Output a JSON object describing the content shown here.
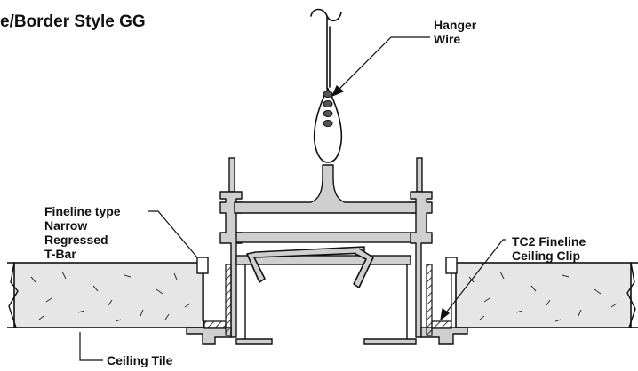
{
  "title": "e/Border Style GG",
  "labels": {
    "hanger_wire": [
      "Hanger",
      "Wire"
    ],
    "tbar": [
      "Fineline type",
      "Narrow",
      "Regressed",
      "T-Bar"
    ],
    "clip": [
      "TC2 Fineline",
      "Ceiling Clip"
    ],
    "tile": "Ceiling Tile"
  },
  "colors": {
    "metal": "#cfcfcf",
    "tile_fill": "#e6e6e6",
    "line": "#111111"
  }
}
